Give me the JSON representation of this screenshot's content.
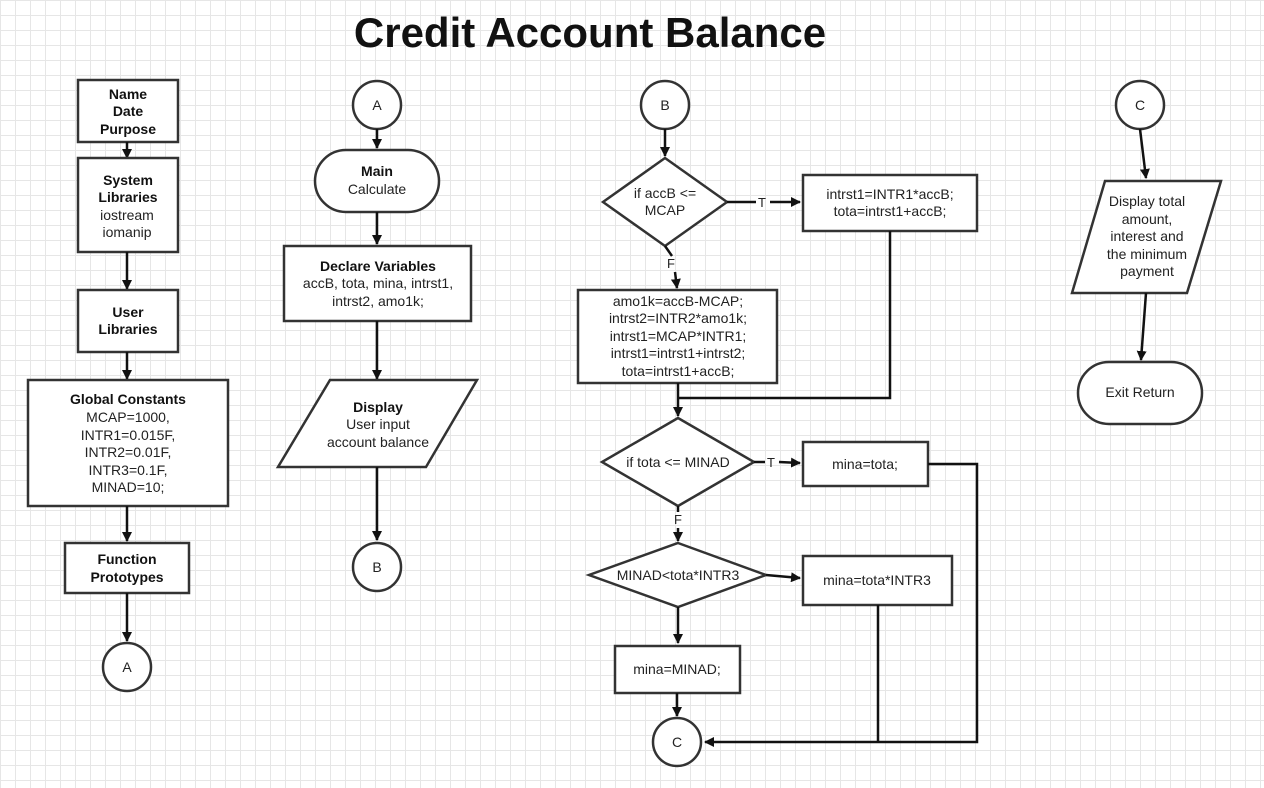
{
  "title": "Credit Account Balance",
  "col1": {
    "header": [
      "Name",
      "Date",
      "Purpose"
    ],
    "system_title": [
      "System",
      "Libraries"
    ],
    "system_items": [
      "iostream",
      "iomanip"
    ],
    "user_libs": [
      "User",
      "Libraries"
    ],
    "constants_title": "Global Constants",
    "constants": [
      "MCAP=1000,",
      "INTR1=0.015F,",
      "INTR2=0.01F,",
      "INTR3=0.1F,",
      "MINAD=10;"
    ],
    "prototypes": [
      "Function",
      "Prototypes"
    ],
    "connector": "A"
  },
  "col2": {
    "connector_in": "A",
    "main_title": "Main",
    "main_sub": "Calculate",
    "declare_title": "Declare Variables",
    "declare_lines": [
      "accB, tota, mina, intrst1,",
      "intrst2, amo1k;"
    ],
    "display_title": "Display",
    "display_lines": [
      "User input",
      "account balance"
    ],
    "connector_out": "B"
  },
  "col3": {
    "connector_in": "B",
    "decision1": [
      "if accB <=",
      "MCAP"
    ],
    "true1_lines": [
      "intrst1=INTR1*accB;",
      "tota=intrst1+accB;"
    ],
    "false1_lines": [
      "amo1k=accB-MCAP;",
      "intrst2=INTR2*amo1k;",
      "intrst1=MCAP*INTR1;",
      "intrst1=intrst1+intrst2;",
      "tota=intrst1+accB;"
    ],
    "decision2": "if tota <= MINAD",
    "true2": "mina=tota;",
    "decision3": "MINAD<tota*INTR3",
    "true3": "mina=tota*INTR3",
    "false3": "mina=MINAD;",
    "connector_out": "C",
    "label_t": "T",
    "label_f": "F"
  },
  "col4": {
    "connector_in": "C",
    "display_lines": [
      "Display total",
      "amount,",
      "interest and",
      "the minimum",
      "payment"
    ],
    "terminal": "Exit Return"
  }
}
